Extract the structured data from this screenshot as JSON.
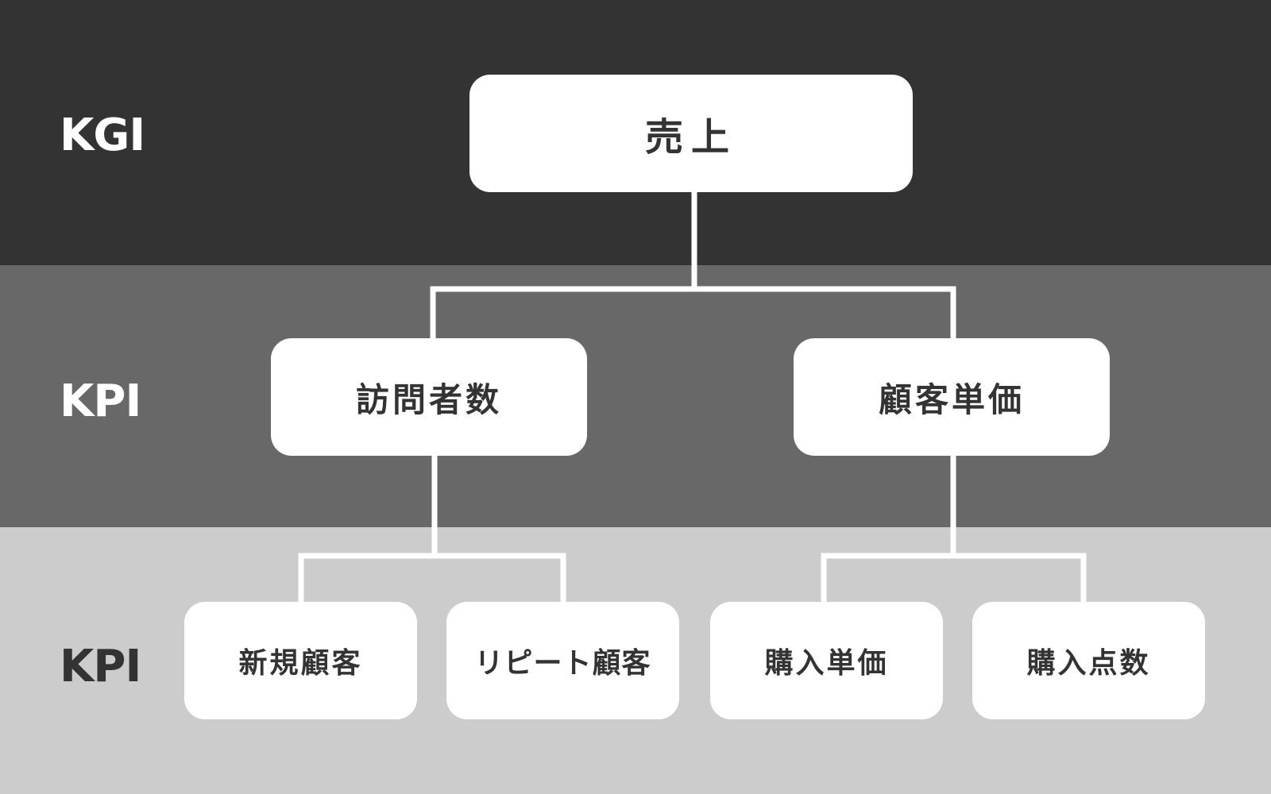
{
  "levels": {
    "kgi_label": "KGI",
    "kpi1_label": "KPI",
    "kpi2_label": "KPI"
  },
  "nodes": {
    "root": "売上",
    "level1": [
      "訪問者数",
      "顧客単価"
    ],
    "level2": [
      "新規顧客",
      "リピート顧客",
      "購入単価",
      "購入点数"
    ]
  },
  "colors": {
    "band_kgi": "#333333",
    "band_kpi1": "#686868",
    "band_kpi2": "#cccccc",
    "node_fill": "#ffffff",
    "text_dark": "#333333",
    "connector": "#ffffff"
  }
}
